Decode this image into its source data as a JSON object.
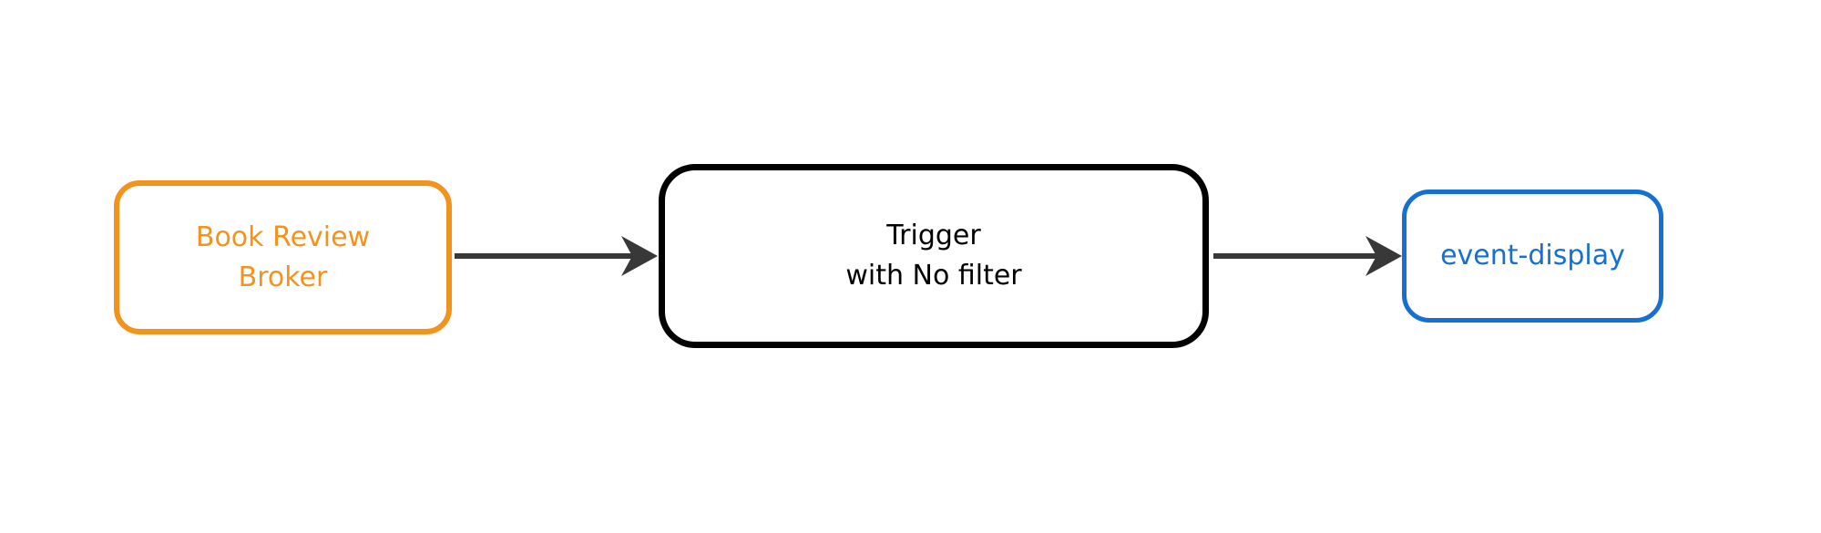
{
  "diagram": {
    "background_color": "#ffffff",
    "arrow_color": "#383838",
    "nodes": [
      {
        "id": "book-review-broker",
        "lines": [
          "Book Review",
          "Broker"
        ],
        "color": "#F2931E",
        "shape": "rounded-rectangle"
      },
      {
        "id": "trigger-with-no-filter",
        "lines": [
          "Trigger",
          "with No filter"
        ],
        "color": "#000000",
        "shape": "rounded-rectangle"
      },
      {
        "id": "event-display",
        "lines": [
          "event-display"
        ],
        "color": "#1570D2",
        "shape": "rounded-rectangle"
      }
    ],
    "edges": [
      {
        "from": "book-review-broker",
        "to": "trigger-with-no-filter",
        "style": "solid-arrow"
      },
      {
        "from": "trigger-with-no-filter",
        "to": "event-display",
        "style": "solid-arrow"
      }
    ]
  }
}
